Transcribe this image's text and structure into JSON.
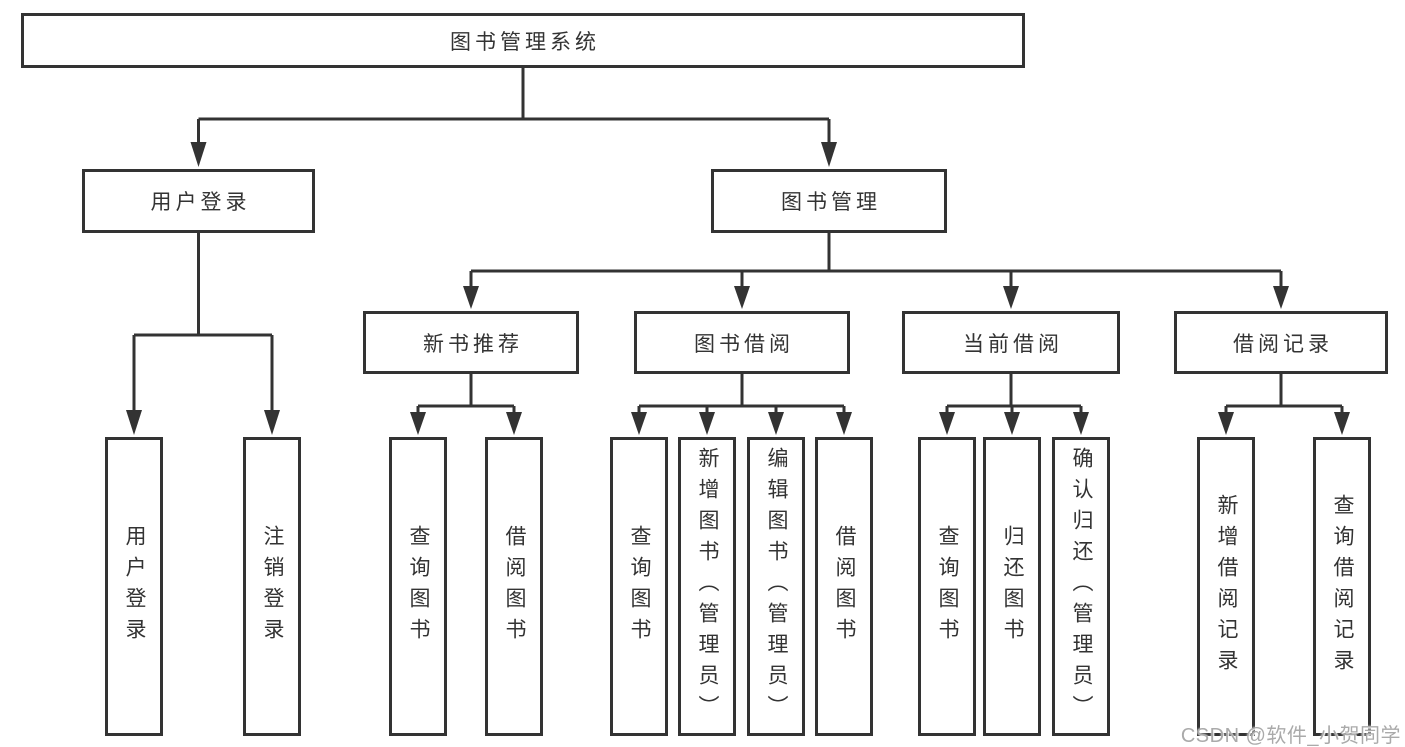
{
  "diagram": {
    "root": "图书管理系统",
    "level2": {
      "login": "用户登录",
      "mgmt": "图书管理"
    },
    "level3": {
      "recommend": "新书推荐",
      "borrow": "图书借阅",
      "current": "当前借阅",
      "records": "借阅记录"
    },
    "leaves": {
      "login": [
        "用户登录",
        "注销登录"
      ],
      "recommend": [
        "查询图书",
        "借阅图书"
      ],
      "borrow": [
        "查询图书",
        "新增图书（管理员）",
        "编辑图书（管理员）",
        "借阅图书"
      ],
      "current": [
        "查询图书",
        "归还图书",
        "确认归还（管理员）"
      ],
      "records": [
        "新增借阅记录",
        "查询借阅记录"
      ]
    }
  },
  "watermark": "CSDN @软件_小贺同学",
  "colors": {
    "line": "#333333",
    "box_border": "#333333",
    "box_fill": "#ffffff",
    "text": "#333333",
    "watermark": "#aaaaaa"
  }
}
